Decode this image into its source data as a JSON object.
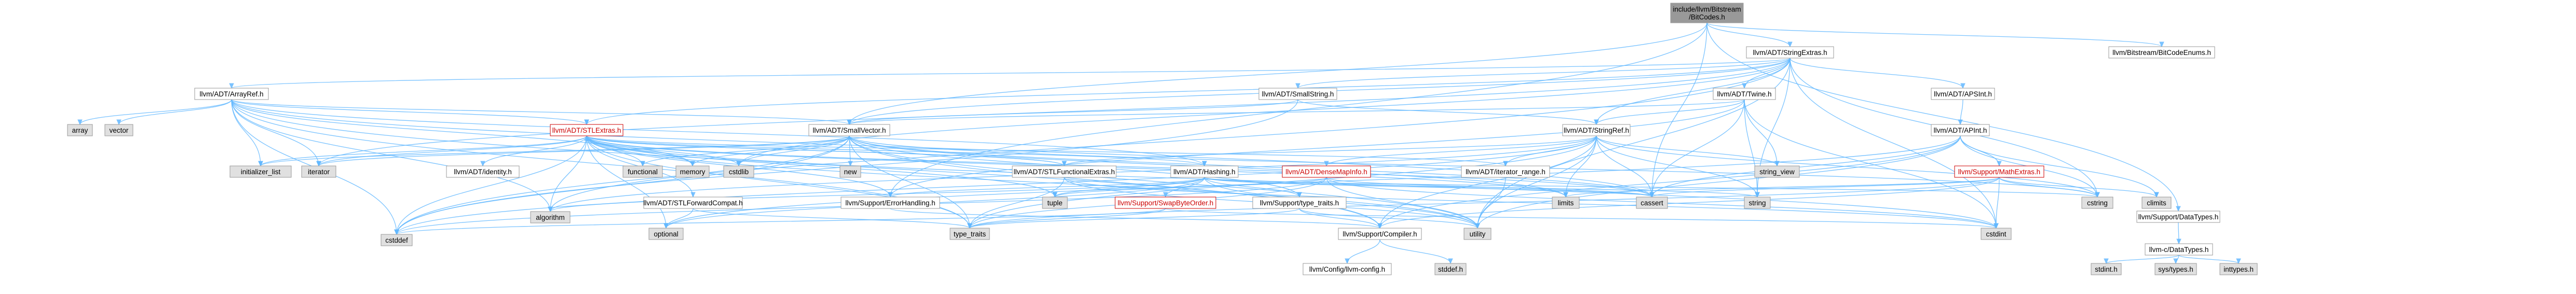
{
  "graph": {
    "kind": "include-dependency-graph",
    "root": "root",
    "style": {
      "root_fill": "#999999",
      "node_fill": "#ffffff",
      "system_header_fill": "#e0e0e0",
      "border_color": "#999999",
      "edge_color": "#63b8ff",
      "red_text_color": "#cc0000"
    },
    "nodes": [
      {
        "id": "root",
        "label": "include/llvm/Bitstream\n/BitCodes.h",
        "kind": "root"
      },
      {
        "id": "stringextras",
        "label": "llvm/ADT/StringExtras.h",
        "kind": "file"
      },
      {
        "id": "bitcodeenums",
        "label": "llvm/Bitstream/BitCodeEnums.h",
        "kind": "file"
      },
      {
        "id": "datatypes",
        "label": "llvm/Support/DataTypes.h",
        "kind": "file"
      },
      {
        "id": "arrayref",
        "label": "llvm/ADT/ArrayRef.h",
        "kind": "file"
      },
      {
        "id": "smallstring",
        "label": "llvm/ADT/SmallString.h",
        "kind": "file"
      },
      {
        "id": "twine",
        "label": "llvm/ADT/Twine.h",
        "kind": "file"
      },
      {
        "id": "apsint",
        "label": "llvm/ADT/APSInt.h",
        "kind": "file"
      },
      {
        "id": "apint",
        "label": "llvm/ADT/APInt.h",
        "kind": "file"
      },
      {
        "id": "stlextras",
        "label": "llvm/ADT/STLExtras.h",
        "kind": "incomplete"
      },
      {
        "id": "smallvector",
        "label": "llvm/ADT/SmallVector.h",
        "kind": "file"
      },
      {
        "id": "stringref",
        "label": "llvm/ADT/StringRef.h",
        "kind": "file"
      },
      {
        "id": "mathextras",
        "label": "llvm/Support/MathExtras.h",
        "kind": "incomplete"
      },
      {
        "id": "identity",
        "label": "llvm/ADT/identity.h",
        "kind": "file"
      },
      {
        "id": "stlfunctional",
        "label": "llvm/ADT/STLFunctionalExtras.h",
        "kind": "file"
      },
      {
        "id": "hashing",
        "label": "llvm/ADT/Hashing.h",
        "kind": "file"
      },
      {
        "id": "densemapinfo",
        "label": "llvm/ADT/DenseMapInfo.h",
        "kind": "incomplete"
      },
      {
        "id": "iterrange",
        "label": "llvm/ADT/iterator_range.h",
        "kind": "file"
      },
      {
        "id": "stlforward",
        "label": "llvm/ADT/STLForwardCompat.h",
        "kind": "file"
      },
      {
        "id": "errorhandling",
        "label": "llvm/Support/ErrorHandling.h",
        "kind": "file"
      },
      {
        "id": "swapbyteorder",
        "label": "llvm/Support/SwapByteOrder.h",
        "kind": "incomplete"
      },
      {
        "id": "typetraits_llvm",
        "label": "llvm/Support/type_traits.h",
        "kind": "file"
      },
      {
        "id": "compiler",
        "label": "llvm/Support/Compiler.h",
        "kind": "file"
      },
      {
        "id": "llvmconfig",
        "label": "llvm/Config/llvm-config.h",
        "kind": "file"
      },
      {
        "id": "stddef_h",
        "label": "stddef.h",
        "kind": "system"
      },
      {
        "id": "ctypes",
        "label": "llvm-c/DataTypes.h",
        "kind": "file"
      },
      {
        "id": "stdint_h",
        "label": "stdint.h",
        "kind": "system"
      },
      {
        "id": "systypes",
        "label": "sys/types.h",
        "kind": "system"
      },
      {
        "id": "inttypes",
        "label": "inttypes.h",
        "kind": "system"
      },
      {
        "id": "array",
        "label": "array",
        "kind": "system"
      },
      {
        "id": "vector",
        "label": "vector",
        "kind": "system"
      },
      {
        "id": "initlist",
        "label": "initializer_list",
        "kind": "system"
      },
      {
        "id": "iterator",
        "label": "iterator",
        "kind": "system"
      },
      {
        "id": "functional",
        "label": "functional",
        "kind": "system"
      },
      {
        "id": "memory",
        "label": "memory",
        "kind": "system"
      },
      {
        "id": "cstdlib",
        "label": "cstdlib",
        "kind": "system"
      },
      {
        "id": "new",
        "label": "new",
        "kind": "system"
      },
      {
        "id": "algorithm",
        "label": "algorithm",
        "kind": "system"
      },
      {
        "id": "cstddef",
        "label": "cstddef",
        "kind": "system"
      },
      {
        "id": "optional",
        "label": "optional",
        "kind": "system"
      },
      {
        "id": "typetraits",
        "label": "type_traits",
        "kind": "system"
      },
      {
        "id": "tuple",
        "label": "tuple",
        "kind": "system"
      },
      {
        "id": "limits",
        "label": "limits",
        "kind": "system"
      },
      {
        "id": "cassert",
        "label": "cassert",
        "kind": "system"
      },
      {
        "id": "string",
        "label": "string",
        "kind": "system"
      },
      {
        "id": "utility",
        "label": "utility",
        "kind": "system"
      },
      {
        "id": "stringview",
        "label": "string_view",
        "kind": "system"
      },
      {
        "id": "cstring",
        "label": "cstring",
        "kind": "system"
      },
      {
        "id": "climits",
        "label": "climits",
        "kind": "system"
      },
      {
        "id": "cstdint",
        "label": "cstdint",
        "kind": "system"
      }
    ],
    "edges": [
      [
        "root",
        "stringextras"
      ],
      [
        "root",
        "bitcodeenums"
      ],
      [
        "root",
        "datatypes"
      ],
      [
        "root",
        "smallvector"
      ],
      [
        "root",
        "errorhandling"
      ],
      [
        "root",
        "cassert"
      ],
      [
        "stringextras",
        "arrayref"
      ],
      [
        "stringextras",
        "smallstring"
      ],
      [
        "stringextras",
        "twine"
      ],
      [
        "stringextras",
        "apsint"
      ],
      [
        "stringextras",
        "stringref"
      ],
      [
        "stringextras",
        "smallvector"
      ],
      [
        "stringextras",
        "iterator"
      ],
      [
        "stringextras",
        "cstddef"
      ],
      [
        "stringextras",
        "cstdint"
      ],
      [
        "stringextras",
        "cstdlib"
      ],
      [
        "stringextras",
        "cstring"
      ],
      [
        "stringextras",
        "string"
      ],
      [
        "stringextras",
        "utility"
      ],
      [
        "stringextras",
        "stlextras"
      ],
      [
        "arrayref",
        "array"
      ],
      [
        "arrayref",
        "vector"
      ],
      [
        "arrayref",
        "initlist"
      ],
      [
        "arrayref",
        "iterator"
      ],
      [
        "arrayref",
        "memory"
      ],
      [
        "arrayref",
        "stlextras"
      ],
      [
        "arrayref",
        "smallvector"
      ],
      [
        "arrayref",
        "hashing"
      ],
      [
        "arrayref",
        "compiler"
      ],
      [
        "arrayref",
        "algorithm"
      ],
      [
        "arrayref",
        "cassert"
      ],
      [
        "arrayref",
        "cstddef"
      ],
      [
        "arrayref",
        "typetraits"
      ],
      [
        "smallstring",
        "smallvector"
      ],
      [
        "smallstring",
        "stringref"
      ],
      [
        "smallstring",
        "cstddef"
      ],
      [
        "twine",
        "smallvector"
      ],
      [
        "twine",
        "stringref"
      ],
      [
        "twine",
        "errorhandling"
      ],
      [
        "twine",
        "cassert"
      ],
      [
        "twine",
        "cstdint"
      ],
      [
        "twine",
        "string"
      ],
      [
        "twine",
        "stringview"
      ],
      [
        "apsint",
        "apint"
      ],
      [
        "apint",
        "mathextras"
      ],
      [
        "apint",
        "compiler"
      ],
      [
        "apint",
        "cassert"
      ],
      [
        "apint",
        "climits"
      ],
      [
        "apint",
        "cstring"
      ],
      [
        "apint",
        "optional"
      ],
      [
        "apint",
        "utility"
      ],
      [
        "stlextras",
        "identity"
      ],
      [
        "stlextras",
        "stlforward"
      ],
      [
        "stlextras",
        "stlfunctional"
      ],
      [
        "stlextras",
        "iterrange"
      ],
      [
        "stlextras",
        "hashing"
      ],
      [
        "stlextras",
        "errorhandling"
      ],
      [
        "stlextras",
        "algorithm"
      ],
      [
        "stlextras",
        "cassert"
      ],
      [
        "stlextras",
        "cstddef"
      ],
      [
        "stlextras",
        "cstdint"
      ],
      [
        "stlextras",
        "cstdlib"
      ],
      [
        "stlextras",
        "functional"
      ],
      [
        "stlextras",
        "initlist"
      ],
      [
        "stlextras",
        "iterator"
      ],
      [
        "stlextras",
        "limits"
      ],
      [
        "stlextras",
        "memory"
      ],
      [
        "stlextras",
        "optional"
      ],
      [
        "stlextras",
        "tuple"
      ],
      [
        "stlextras",
        "typetraits"
      ],
      [
        "stlextras",
        "utility"
      ],
      [
        "smallvector",
        "compiler"
      ],
      [
        "smallvector",
        "typetraits_llvm"
      ],
      [
        "smallvector",
        "algorithm"
      ],
      [
        "smallvector",
        "cassert"
      ],
      [
        "smallvector",
        "cstddef"
      ],
      [
        "smallvector",
        "cstdlib"
      ],
      [
        "smallvector",
        "cstring"
      ],
      [
        "smallvector",
        "functional"
      ],
      [
        "smallvector",
        "initlist"
      ],
      [
        "smallvector",
        "iterator"
      ],
      [
        "smallvector",
        "limits"
      ],
      [
        "smallvector",
        "memory"
      ],
      [
        "smallvector",
        "new"
      ],
      [
        "smallvector",
        "typetraits"
      ],
      [
        "smallvector",
        "utility"
      ],
      [
        "stringref",
        "densemapinfo"
      ],
      [
        "stringref",
        "stlfunctional"
      ],
      [
        "stringref",
        "iterrange"
      ],
      [
        "stringref",
        "compiler"
      ],
      [
        "stringref",
        "algorithm"
      ],
      [
        "stringref",
        "cassert"
      ],
      [
        "stringref",
        "cstddef"
      ],
      [
        "stringref",
        "cstring"
      ],
      [
        "stringref",
        "limits"
      ],
      [
        "stringref",
        "string"
      ],
      [
        "stringref",
        "stringview"
      ],
      [
        "stringref",
        "typetraits"
      ],
      [
        "stringref",
        "utility"
      ],
      [
        "mathextras",
        "compiler"
      ],
      [
        "mathextras",
        "cassert"
      ],
      [
        "mathextras",
        "climits"
      ],
      [
        "mathextras",
        "cstdint"
      ],
      [
        "mathextras",
        "cstring"
      ],
      [
        "mathextras",
        "limits"
      ],
      [
        "mathextras",
        "typetraits"
      ],
      [
        "stlfunctional",
        "stlextras"
      ],
      [
        "stlfunctional",
        "cstdint"
      ],
      [
        "stlfunctional",
        "typetraits"
      ],
      [
        "stlfunctional",
        "utility"
      ],
      [
        "hashing",
        "errorhandling"
      ],
      [
        "hashing",
        "swapbyteorder"
      ],
      [
        "hashing",
        "typetraits_llvm"
      ],
      [
        "hashing",
        "algorithm"
      ],
      [
        "hashing",
        "cassert"
      ],
      [
        "hashing",
        "cstring"
      ],
      [
        "hashing",
        "optional"
      ],
      [
        "hashing",
        "string"
      ],
      [
        "hashing",
        "tuple"
      ],
      [
        "hashing",
        "utility"
      ],
      [
        "densemapinfo",
        "cassert"
      ],
      [
        "densemapinfo",
        "cstddef"
      ],
      [
        "densemapinfo",
        "cstdint"
      ],
      [
        "densemapinfo",
        "tuple"
      ],
      [
        "densemapinfo",
        "typetraits"
      ],
      [
        "densemapinfo",
        "utility"
      ],
      [
        "iterrange",
        "utility"
      ],
      [
        "stlforward",
        "optional"
      ],
      [
        "stlforward",
        "typetraits"
      ],
      [
        "errorhandling",
        "compiler"
      ],
      [
        "swapbyteorder",
        "cstddef"
      ],
      [
        "swapbyteorder",
        "cstdint"
      ],
      [
        "swapbyteorder",
        "typetraits"
      ],
      [
        "typetraits_llvm",
        "compiler"
      ],
      [
        "typetraits_llvm",
        "typetraits"
      ],
      [
        "typetraits_llvm",
        "utility"
      ],
      [
        "compiler",
        "llvmconfig"
      ],
      [
        "compiler",
        "stddef_h"
      ],
      [
        "datatypes",
        "ctypes"
      ],
      [
        "ctypes",
        "stdint_h"
      ],
      [
        "ctypes",
        "systypes"
      ],
      [
        "ctypes",
        "inttypes"
      ]
    ]
  }
}
